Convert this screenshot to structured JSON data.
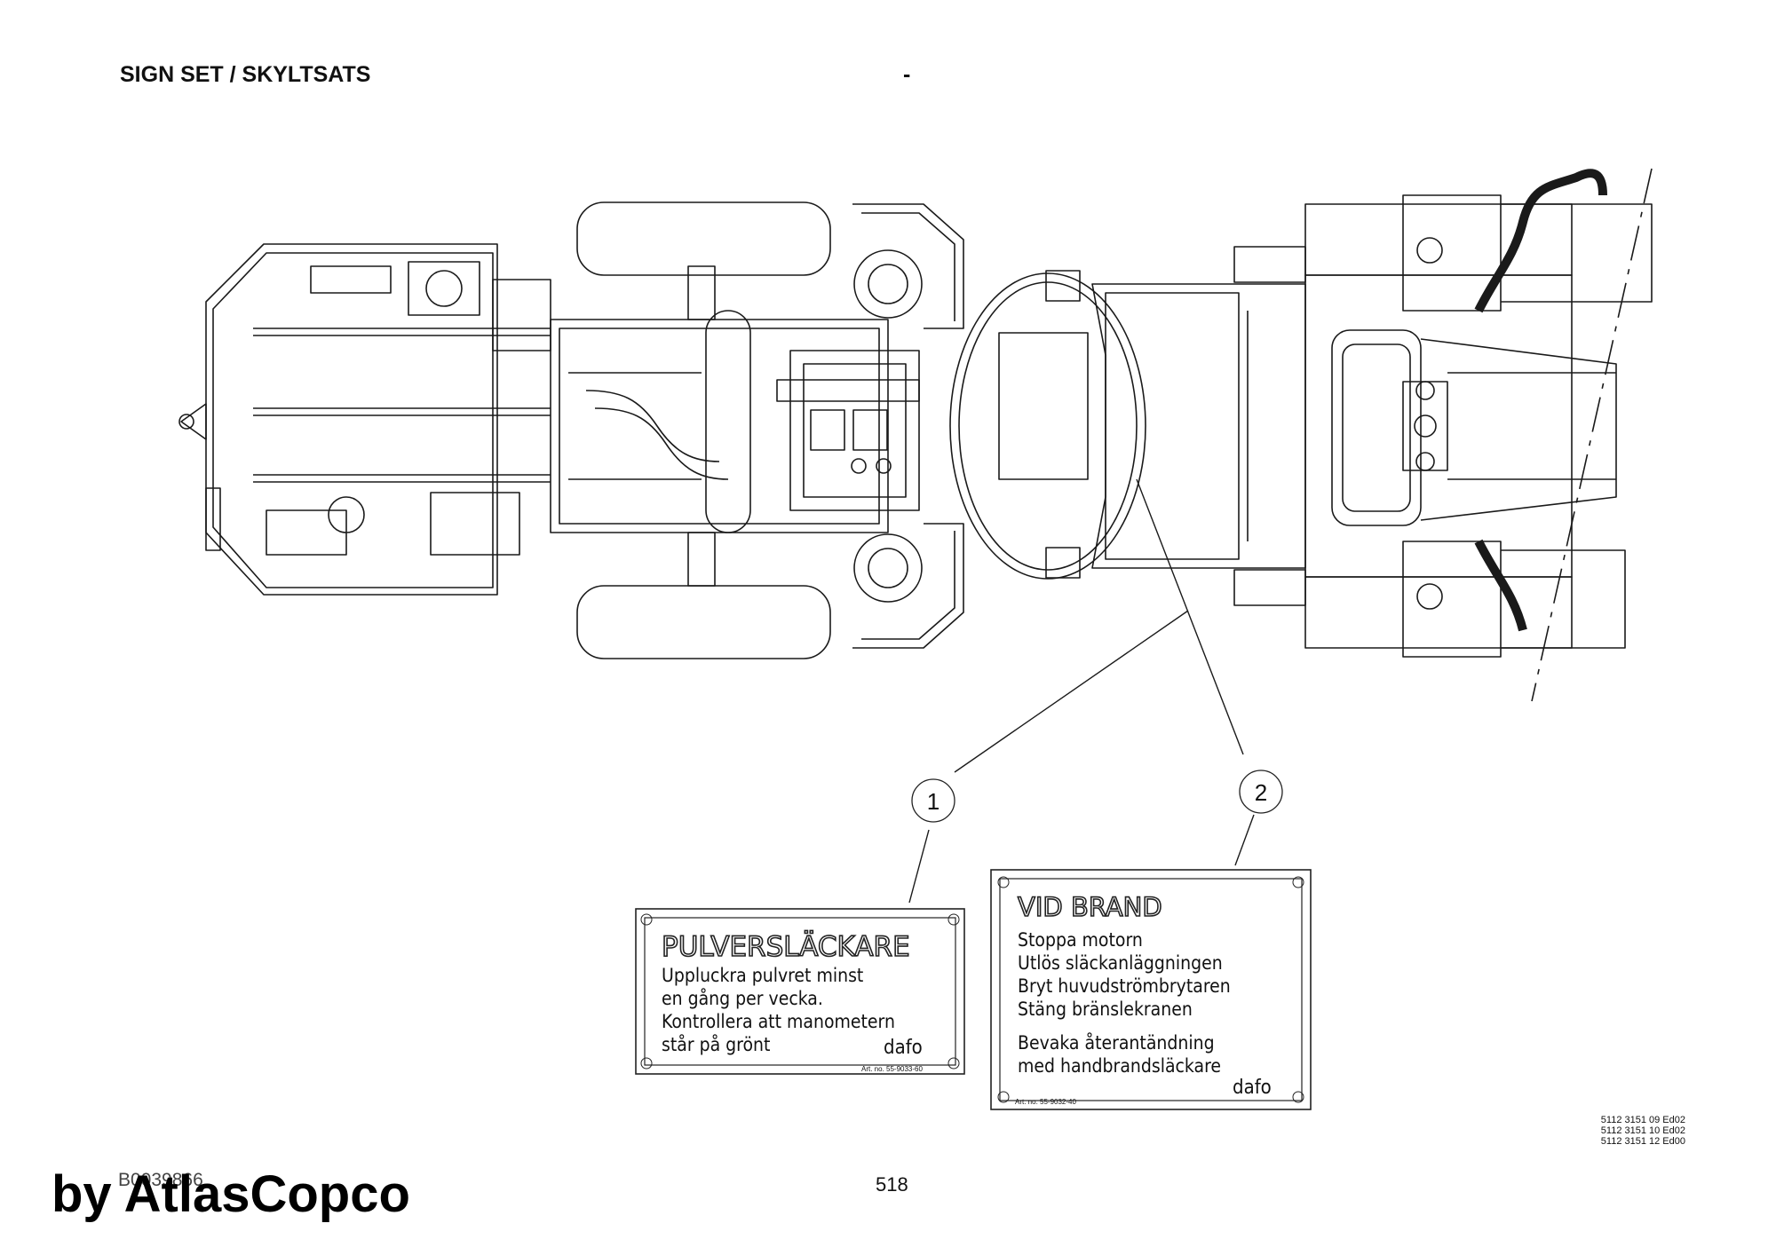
{
  "header": {
    "title": "SIGN SET / SKYLTSATS",
    "dash": "-"
  },
  "callouts": [
    {
      "label": "1"
    },
    {
      "label": "2"
    }
  ],
  "plate1": {
    "title": "PULVERSLÄCKARE",
    "lines": [
      "Uppluckra pulvret minst",
      "en gång per vecka.",
      "Kontrollera att manometern",
      "står på grönt"
    ],
    "logo": "dafo",
    "art": "Art. no. 55-9033-60"
  },
  "plate2": {
    "title": "VID BRAND",
    "lines": [
      "Stoppa motorn",
      "Utlös släckanläggningen",
      "Bryt huvudströmbrytaren",
      "Stäng bränslekranen"
    ],
    "lines2": [
      "Bevaka återantändning",
      "med handbrandsläckare"
    ],
    "logo": "dafo",
    "art": "Art. no. 55-9032-40"
  },
  "refs": [
    "5112 3151 09 Ed02",
    "5112 3151 10 Ed02",
    "5112 3151 12 Ed00"
  ],
  "footer": {
    "doc_number": "B0039866",
    "page": "518",
    "brand": "by AtlasCopco"
  }
}
